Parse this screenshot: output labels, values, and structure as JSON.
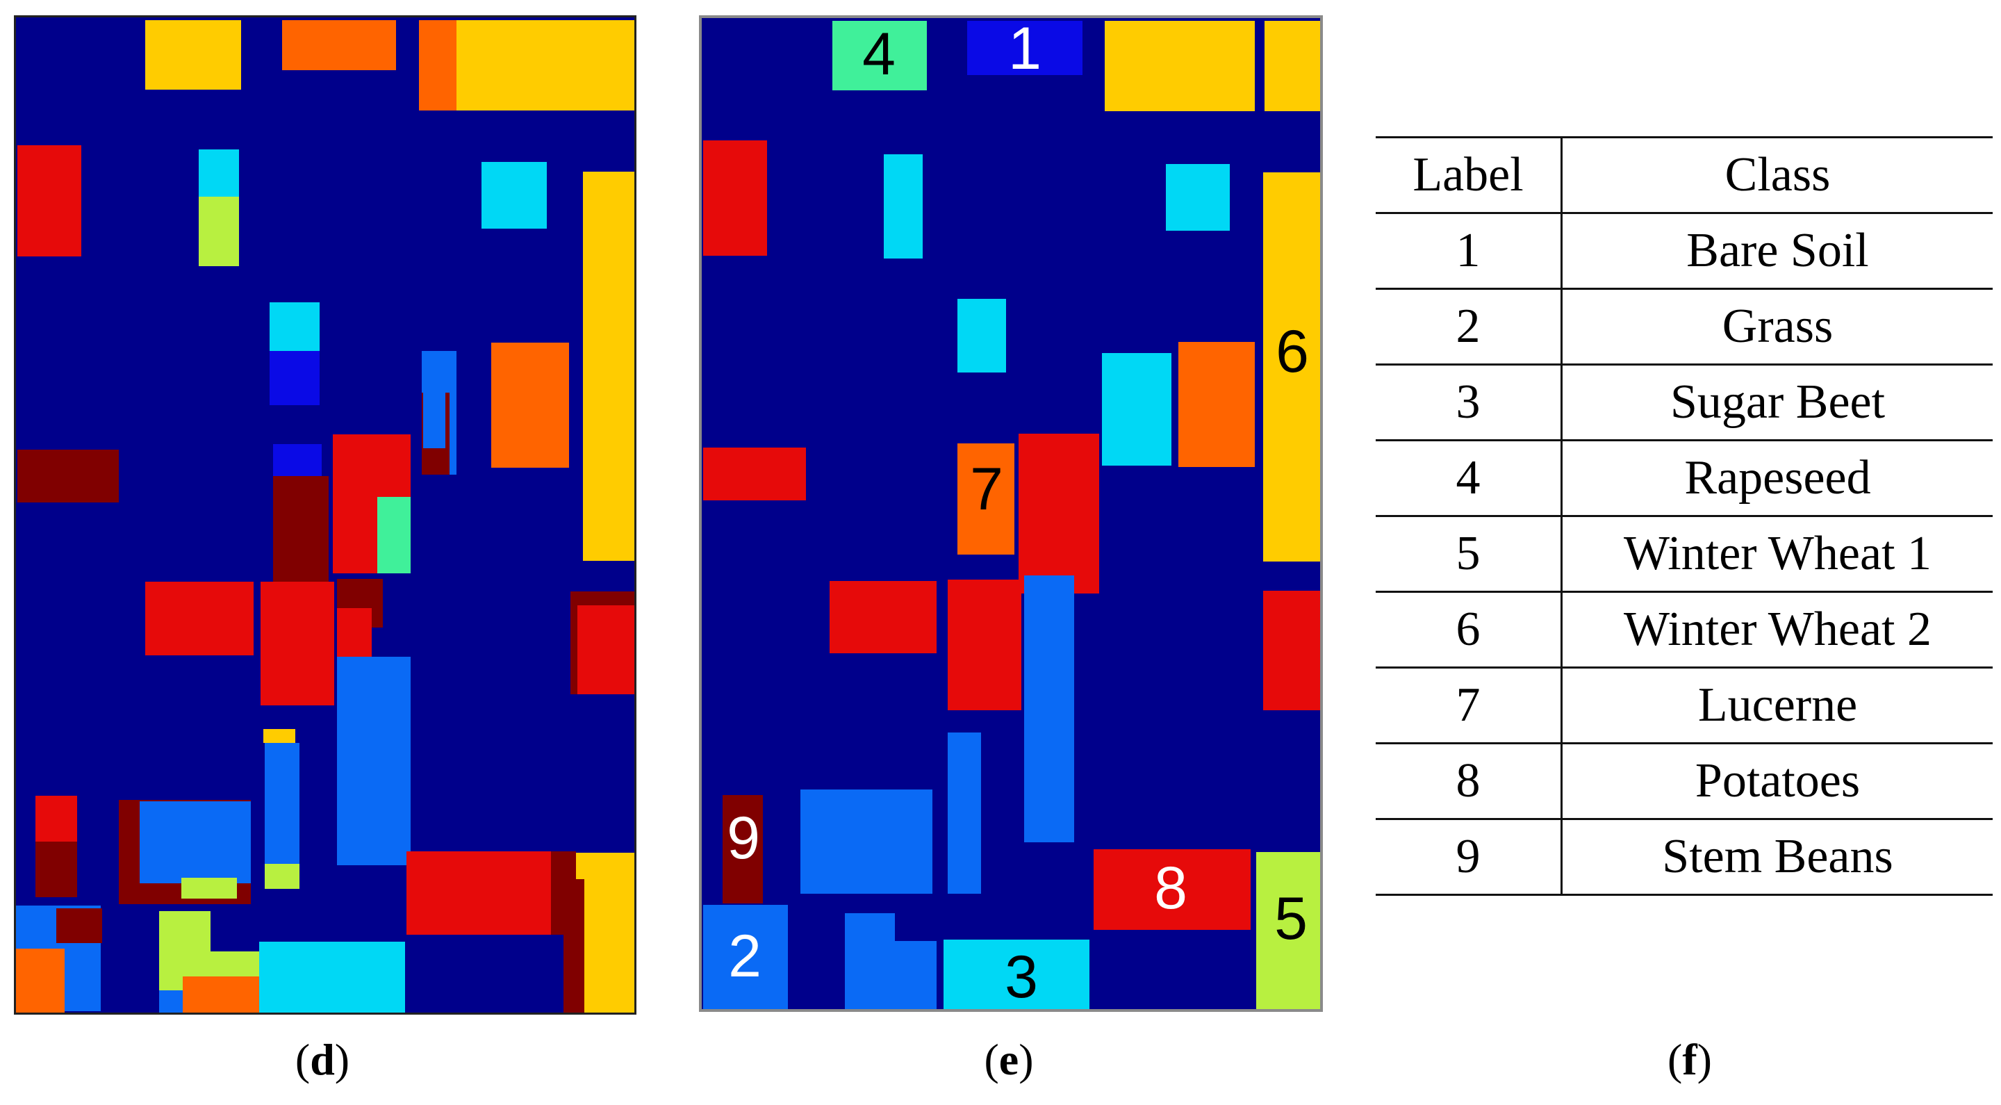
{
  "colors": {
    "background": "#00008b",
    "c1": "#0a0ae6",
    "c2": "#0a6af5",
    "c3": "#00d8f5",
    "c4": "#40f09a",
    "c5": "#b8f040",
    "c6": "#ffcc00",
    "c7": "#ff6400",
    "c8": "#e60a0a",
    "c9": "#800000"
  },
  "panel_e_labels": [
    "4",
    "1",
    "6",
    "7",
    "9",
    "2",
    "3",
    "8",
    "5"
  ],
  "captions": {
    "d_open": "(",
    "d": "d",
    "d_close": ")",
    "e_open": "(",
    "e": "e",
    "e_close": ")",
    "f_open": "(",
    "f": "f",
    "f_close": ")"
  },
  "table": {
    "header": [
      "Label",
      "Class"
    ],
    "rows": [
      [
        "1",
        "Bare Soil"
      ],
      [
        "2",
        "Grass"
      ],
      [
        "3",
        "Sugar Beet"
      ],
      [
        "4",
        "Rapeseed"
      ],
      [
        "5",
        "Winter Wheat 1"
      ],
      [
        "6",
        "Winter Wheat 2"
      ],
      [
        "7",
        "Lucerne"
      ],
      [
        "8",
        "Potatoes"
      ],
      [
        "9",
        "Stem Beans"
      ]
    ]
  }
}
